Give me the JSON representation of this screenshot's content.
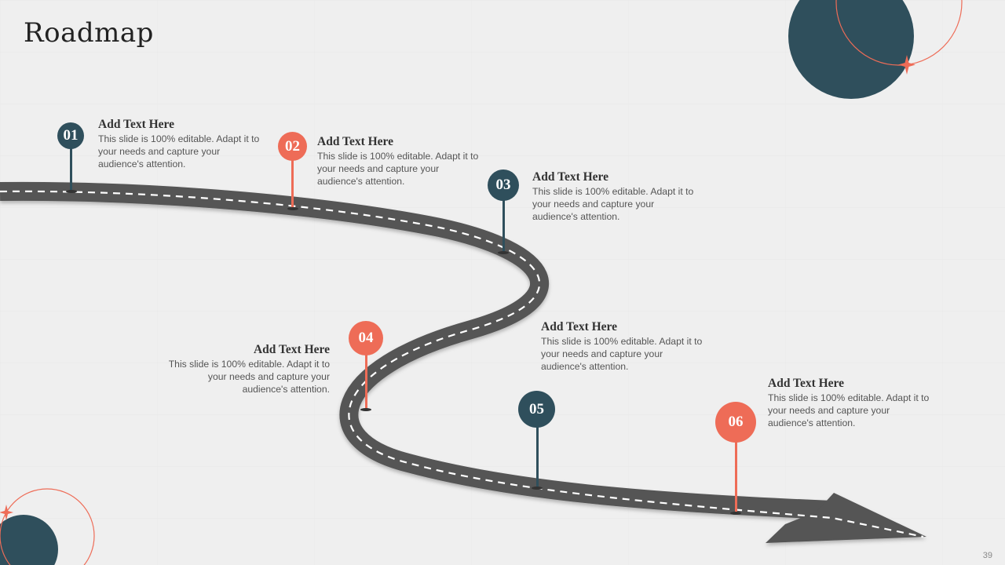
{
  "slide": {
    "title": "Roadmap",
    "page_number": "39",
    "colors": {
      "teal": "#2f4f5c",
      "coral": "#ee6c57",
      "road": "#545454",
      "background": "#efefef"
    }
  },
  "milestones": [
    {
      "number": "01",
      "color": "teal",
      "heading": "Add Text Here",
      "body": "This slide is 100% editable. Adapt it to your needs and capture your audience's attention."
    },
    {
      "number": "02",
      "color": "coral",
      "heading": "Add Text Here",
      "body": "This slide is 100% editable. Adapt it to your needs and capture your audience's attention."
    },
    {
      "number": "03",
      "color": "teal",
      "heading": "Add Text Here",
      "body": "This slide is 100% editable. Adapt it to your needs and capture your audience's attention."
    },
    {
      "number": "04",
      "color": "coral",
      "heading": "Add Text Here",
      "body": "This slide is 100% editable. Adapt it to your needs and capture your audience's attention."
    },
    {
      "number": "05",
      "color": "teal",
      "heading": "Add Text Here",
      "body": "This slide is 100% editable. Adapt it to your needs and capture your audience's attention."
    },
    {
      "number": "06",
      "color": "coral",
      "heading": "Add Text Here",
      "body": "This slide is 100% editable. Adapt it to your needs and capture your audience's attention."
    }
  ]
}
